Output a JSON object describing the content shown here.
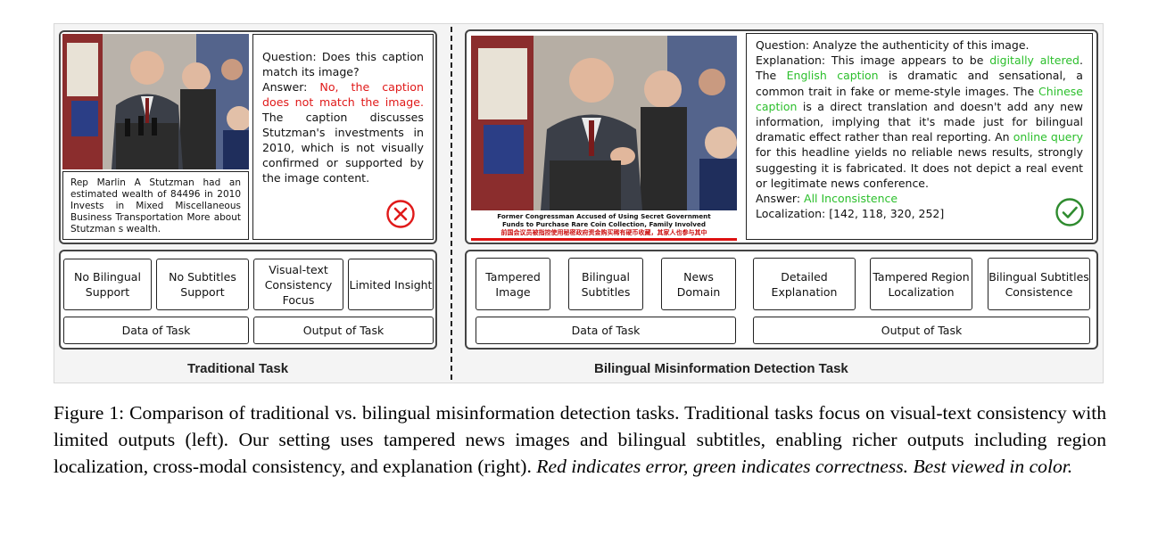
{
  "left": {
    "title": "Traditional Task",
    "image_caption": "Rep Marlin A Stutzman had an estimated wealth of 84496 in 2010 Invests in Mixed Miscellaneous Business Transportation More about Stutzman s wealth.",
    "question": "Question: Does this caption match its image?",
    "answer_label": "Answer:",
    "answer_value": "No, the caption does not match the image.",
    "explanation": "The caption discusses Stutzman's investments in 2010, which is not visually confirmed or supported by the image content.",
    "result_icon": "x-circle-icon",
    "features": [
      "No Bilingual Support",
      "No Subtitles Support",
      "Visual-text Consistency Focus",
      "Limited Insight"
    ],
    "data_label": "Data of Task",
    "output_label": "Output of Task"
  },
  "right": {
    "title": "Bilingual Misinformation Detection Task",
    "subtitle_en": "Former Congressman Accused of Using Secret Government Funds to Purchase Rare Coin Collection, Family Involved",
    "subtitle_zh": "前国会议员被指控使用秘密政府资金购买稀有硬币收藏，其家人也参与其中",
    "question": "Question: Analyze the authenticity of this image.",
    "explanation_label": "Explanation: This image appears to be",
    "digitally_altered": "digitally altered",
    "the": "The",
    "english_caption": "English caption",
    "text_a": "is dramatic and sensational, a common trait in fake or meme-style images. The",
    "chinese_caption": "Chinese caption",
    "text_b": "is a direct translation and doesn't add any new information, implying that it's made just for bilingual dramatic effect rather than real reporting. An",
    "online_query": "online query",
    "text_c": "for this headline yields no reliable news results, strongly suggesting it is fabricated. It does not depict a real event or legitimate news conference.",
    "answer_label": "Answer:",
    "answer_value": "All Inconsistence",
    "localization": "Localization: [142, 118, 320, 252]",
    "result_icon": "check-circle-icon",
    "data_features": [
      "Tampered Image",
      "Bilingual Subtitles",
      "News Domain"
    ],
    "output_features": [
      "Detailed Explanation",
      "Tampered Region Localization",
      "Bilingual Subtitles Consistence"
    ],
    "data_label": "Data of Task",
    "output_label": "Output of Task"
  },
  "figure_caption": {
    "main": "Figure 1: Comparison of traditional vs. bilingual misinformation detection tasks. Traditional tasks focus on visual-text consistency with limited outputs (left). Our setting uses tampered news images and bilingual subtitles, enabling richer outputs including region localization, cross-modal consistency, and explanation (right).",
    "italic": "Red indicates error, green indicates correctness. Best viewed in color."
  },
  "colors": {
    "error": "#e01919",
    "correct": "#2bbf2b"
  }
}
